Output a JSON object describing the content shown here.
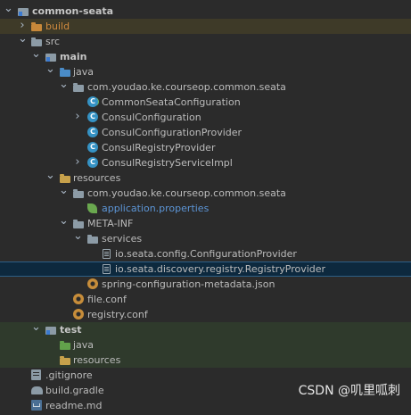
{
  "tree": {
    "root": "common-seata",
    "build": "build",
    "src": "src",
    "main": "main",
    "java": "java",
    "package": "com.youdao.ke.courseop.common.seata",
    "class1": "CommonSeataConfiguration",
    "class2": "ConsulConfiguration",
    "class3": "ConsulConfigurationProvider",
    "class4": "ConsulRegistryProvider",
    "class5": "ConsulRegistryServiceImpl",
    "resources": "resources",
    "res_package": "com.youdao.ke.courseop.common.seata",
    "app_props": "application.properties",
    "meta_inf": "META-INF",
    "services": "services",
    "svc1": "io.seata.config.ConfigurationProvider",
    "svc2": "io.seata.discovery.registry.RegistryProvider",
    "spring_meta": "spring-configuration-metadata.json",
    "file_conf": "file.conf",
    "registry_conf": "registry.conf",
    "test": "test",
    "test_java": "java",
    "test_resources": "resources",
    "gitignore": ".gitignore",
    "build_gradle": "build.gradle",
    "readme": "readme.md"
  },
  "watermark": "CSDN @叽里呱刺",
  "colors": {
    "background": "#2b2b2b",
    "selected": "#0d293e",
    "build_highlight": "#3e3a28",
    "test_highlight": "#2f3a2c"
  }
}
